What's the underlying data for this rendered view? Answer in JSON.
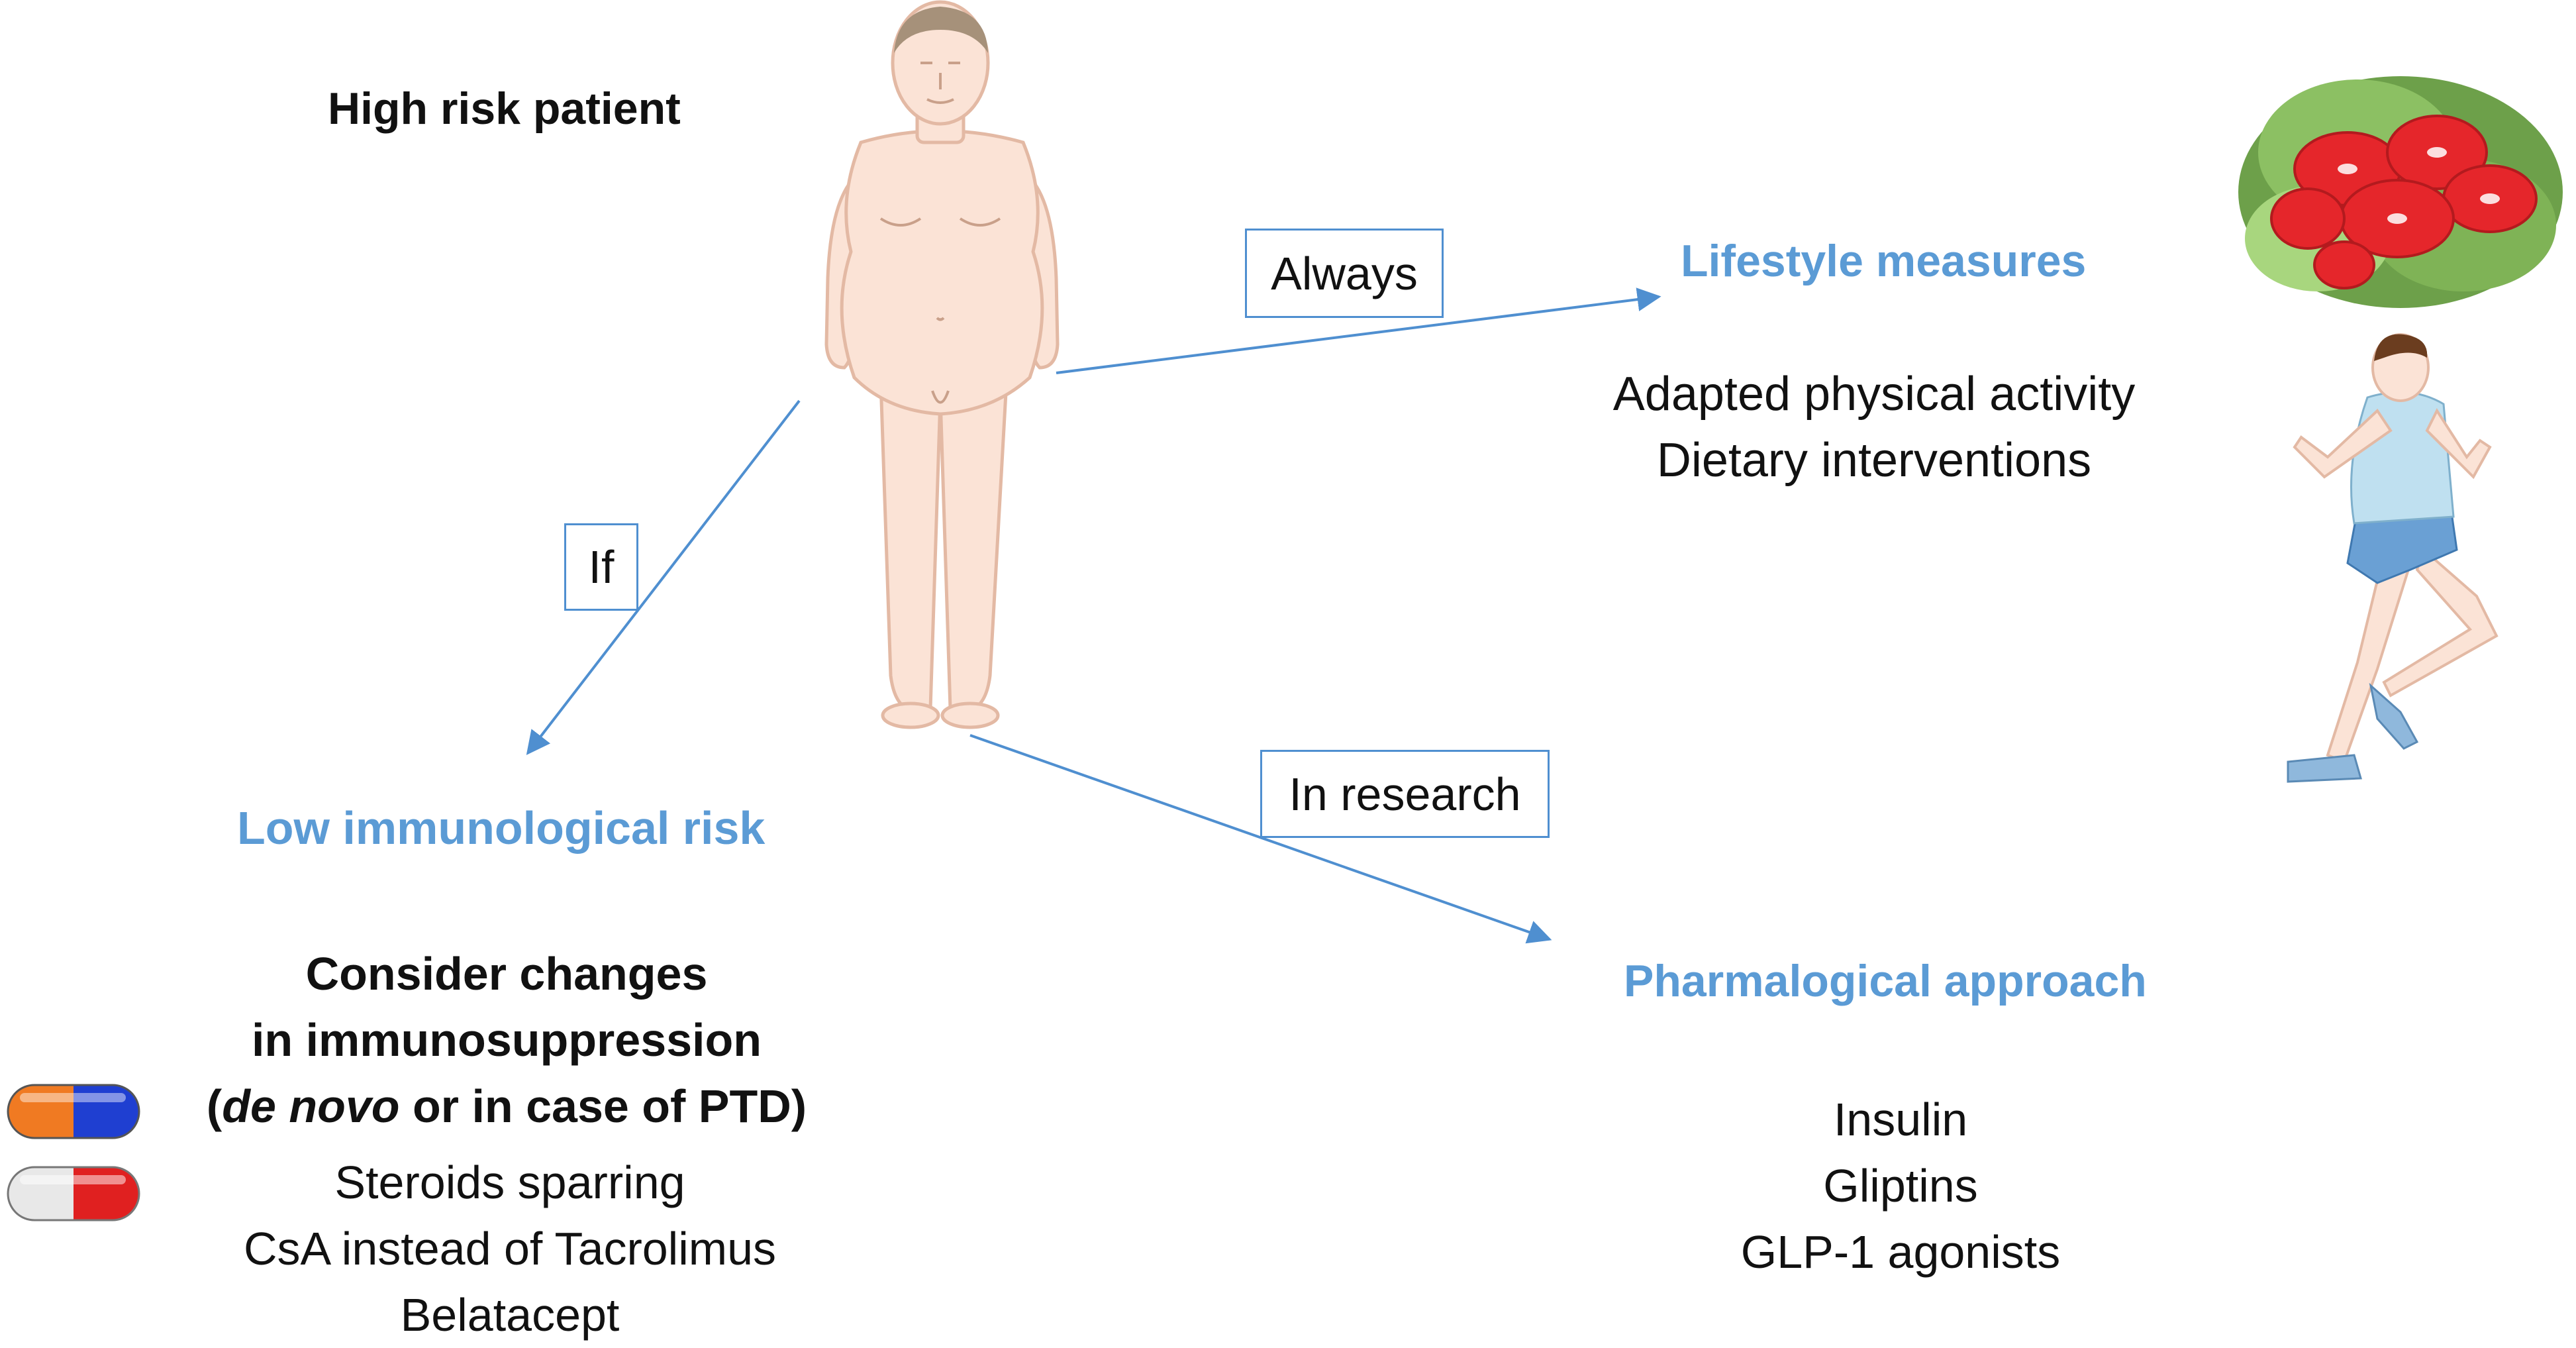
{
  "patient_label": "High risk patient",
  "arrows": {
    "always": "Always",
    "if": "If",
    "in_research": "In research"
  },
  "lifestyle": {
    "title": "Lifestyle measures",
    "items": [
      "Adapted physical activity",
      "Dietary interventions"
    ]
  },
  "immunology": {
    "title": "Low immunological risk",
    "consider_line1": "Consider changes",
    "consider_line2": "in immunosuppression",
    "consider_line3_prefix": "(",
    "consider_line3_italic": "de novo",
    "consider_line3_suffix": " or in case of PTD)",
    "items": [
      "Steroids sparring",
      "CsA instead of Tacrolimus",
      "Belatacept"
    ]
  },
  "pharma": {
    "title": "Pharmalogical approach",
    "items": [
      "Insulin",
      "Gliptins",
      "GLP-1 agonists"
    ]
  },
  "colors": {
    "accent_blue": "#5b9bd5",
    "arrow_blue": "#4f8fd0",
    "skin": "#fbe3d6",
    "skin_line": "#e3b9a4"
  }
}
